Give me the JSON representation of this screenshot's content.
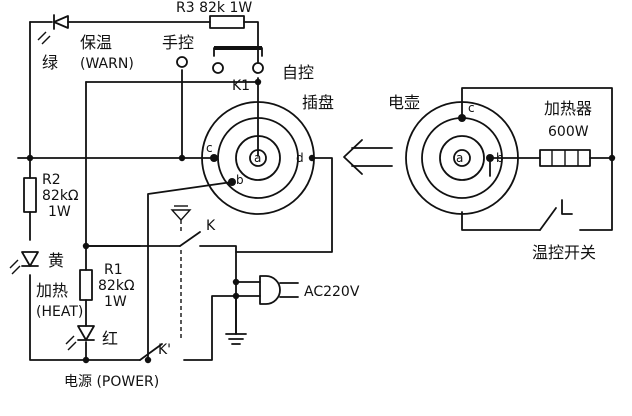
{
  "labels": {
    "r3": "R3  82k  1W",
    "warn": "保温",
    "warn_en": "(WARN)",
    "green": "绿",
    "manual": "手控",
    "auto": "自控",
    "k1": "K1",
    "socket": "插盘",
    "kettle": "电壶",
    "heater": "加热器",
    "heater_power": "600W",
    "thermostat": "温控开关",
    "r2": "R2",
    "r2_val": "82kΩ",
    "r2_w": "1W",
    "r1": "R1",
    "r1_val": "82kΩ",
    "r1_w": "1W",
    "yellow": "黄",
    "heat": "加热",
    "heat_en": "(HEAT)",
    "red": "红",
    "k": "K",
    "k_prime": "K'",
    "ac": "AC220V",
    "power": "电源 (POWER)",
    "term_a_socket": "a",
    "term_b_socket": "b",
    "term_c_socket": "c",
    "term_d_socket": "d",
    "term_a_kettle": "a",
    "term_b_kettle": "b",
    "term_c_kettle": "c"
  }
}
